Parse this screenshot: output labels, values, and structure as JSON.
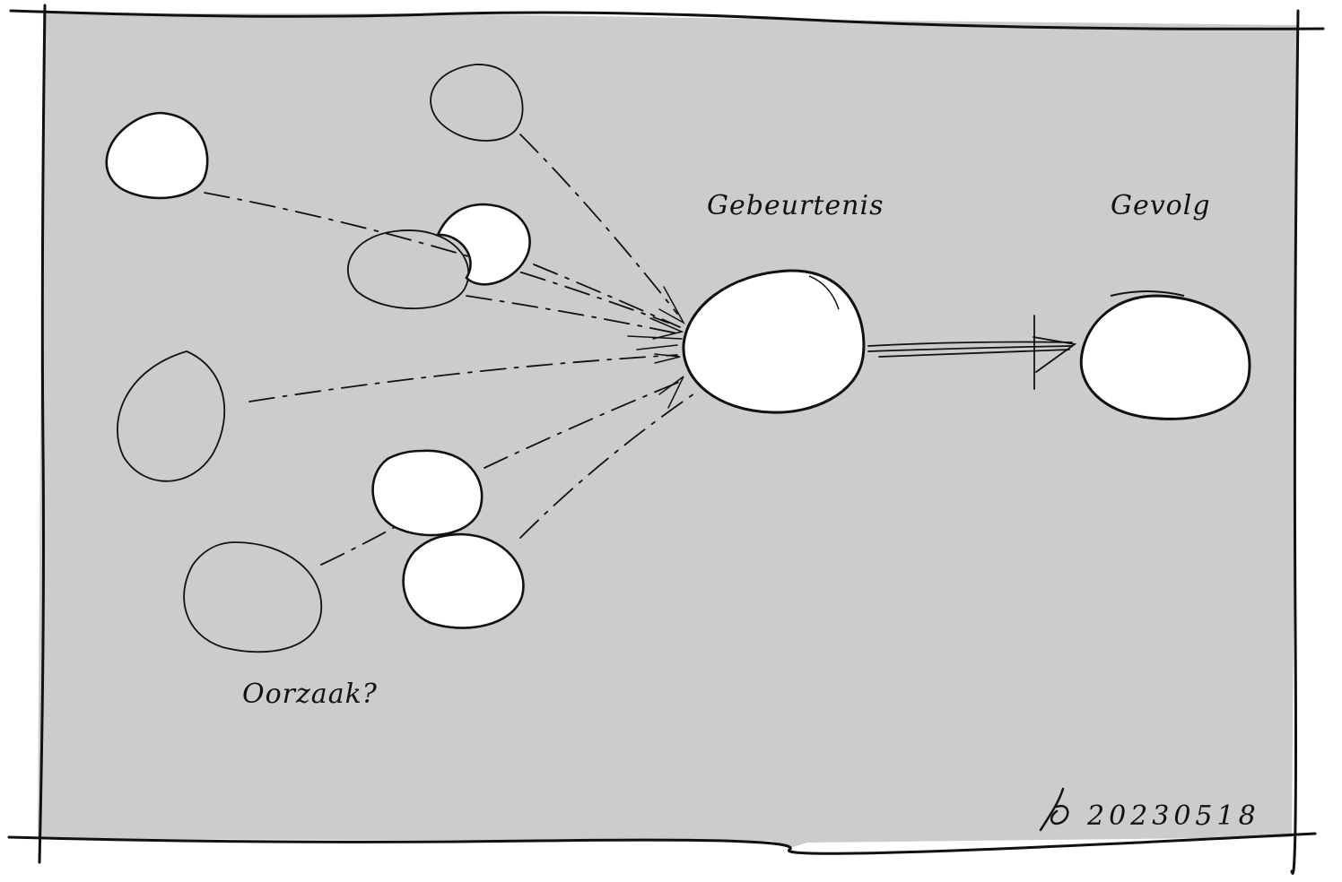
{
  "labels": {
    "event": "Gebeurtenis",
    "effect": "Gevolg",
    "cause": "Oorzaak?"
  },
  "signature": {
    "date": "20230518"
  },
  "colors": {
    "paper": "#ffffff",
    "panel": "#cccccc",
    "ink": "#111111",
    "bubble_fill": "#ffffff"
  }
}
